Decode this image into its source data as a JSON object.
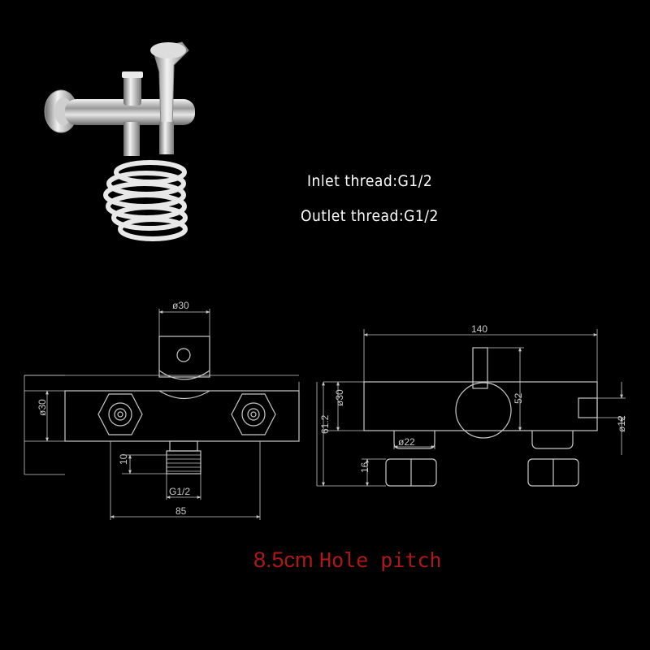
{
  "spec": {
    "inlet": "Inlet thread:G1/2",
    "outlet": "Outlet thread:G1/2"
  },
  "hole_pitch": {
    "value": "8.5cm",
    "label": "Hole pitch"
  },
  "front_view": {
    "top_diameter": "ø30",
    "body_diameter": "ø30",
    "thread_depth": "10",
    "thread_label": "G1/2",
    "width": "85"
  },
  "side_view": {
    "length": "140",
    "body_diameter": "ø30",
    "height": "52",
    "overall_height": "61.2",
    "nut_diameter": "ø22",
    "nut_height": "16",
    "outlet_diameter": "ø12"
  },
  "colors": {
    "background": "#000000",
    "lines": "#c8c8c8",
    "hole_pitch": "#b01818"
  }
}
